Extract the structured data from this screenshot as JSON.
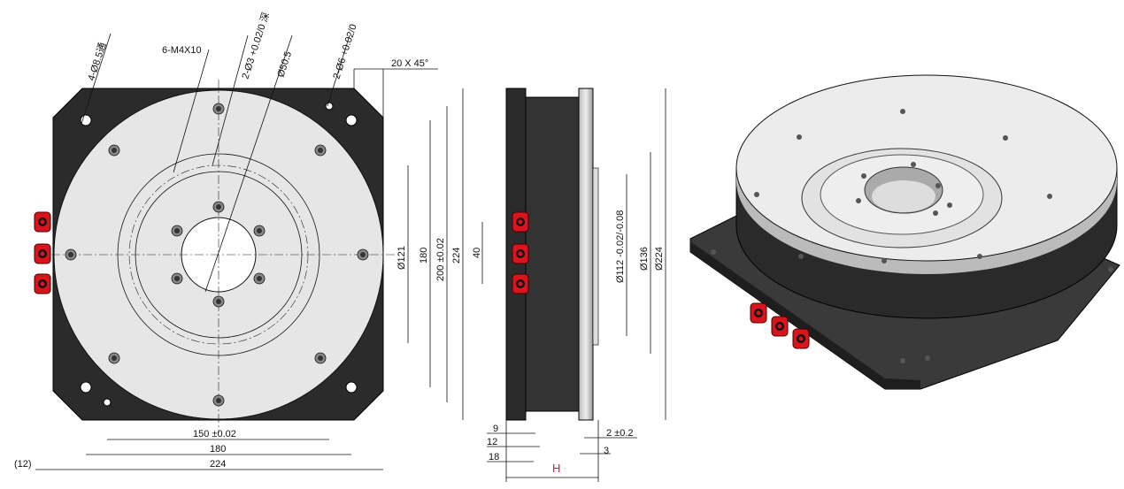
{
  "front_view": {
    "callouts": {
      "holes_through": "4-Ø8.5通",
      "threaded": "6-M4X10",
      "pin_holes_small": "2-Ø3 +0.02/0 深",
      "bore": "Ø50.5",
      "pin_holes_large": "2-Ø6 +0.02/0",
      "chamfer": "20 X 45°"
    },
    "vertical_dims": {
      "d121": "Ø121",
      "d180": "180",
      "d200": "200 ±0.02",
      "d224": "224"
    },
    "horizontal_dims": {
      "d150": "150 ±0.02",
      "d180": "180",
      "d224": "224",
      "d12": "(12)"
    }
  },
  "side_view": {
    "dims": {
      "d40": "40",
      "d112": "Ø112 -0.02/-0.08",
      "d136": "Ø136",
      "d224": "Ø224",
      "d9": "9",
      "d12": "12",
      "d18": "18",
      "d2": "2 ±0.2",
      "d3": "3",
      "height": "H"
    }
  },
  "colors": {
    "body": "#2b2b2b",
    "disk": "#e6e6e6",
    "connector": "#d8141c",
    "height_label": "#e0143c"
  }
}
